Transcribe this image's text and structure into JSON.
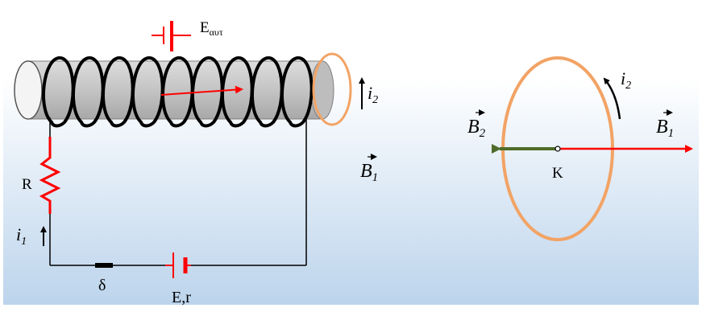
{
  "labels": {
    "emf_induced": "E",
    "emf_induced_sub": "αυτ",
    "resistor": "R",
    "current_main": "i",
    "current_main_sub": "1",
    "switch": "δ",
    "battery": "E,r",
    "current_ring_left": "i",
    "current_ring_left_sub": "2",
    "field_left": "B",
    "field_left_sub": "1",
    "current_ring_right": "i",
    "current_ring_right_sub": "2",
    "field_b2": "B",
    "field_b2_sub": "2",
    "field_b1": "B",
    "field_b1_sub": "1",
    "center": "K"
  },
  "colors": {
    "background_top": "#ffffff",
    "background_bottom": "#bcd4ec",
    "wire": "#000000",
    "red": "#ff0000",
    "ring": "#f2a365",
    "green_arrow": "#4f6b2a",
    "cylinder": "#c7c7c7",
    "cylinder_edge": "#7f7f7f"
  }
}
